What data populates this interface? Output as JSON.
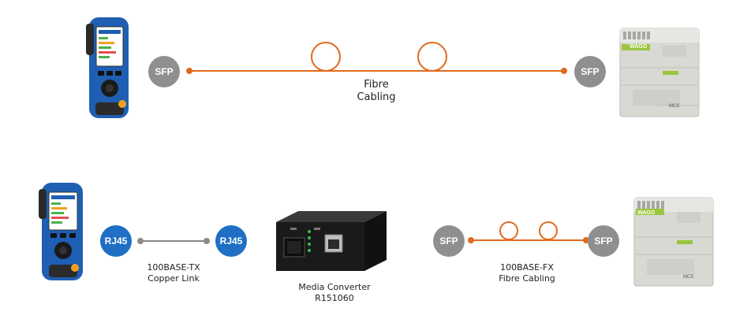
{
  "colors": {
    "fibre": "#e06a1c",
    "copper": "#8a8a8a",
    "sfp_badge": "#8f8f8f",
    "rj45_badge": "#1f6fc4",
    "tester_body": "#1e5fb3",
    "plc_body": "#d9d9d4",
    "converter_body": "#1a1a1a"
  },
  "top_link": {
    "left_port": "SFP",
    "right_port": "SFP",
    "cable_label_line1": "Fibre",
    "cable_label_line2": "Cabling"
  },
  "bottom_link": {
    "copper_left_port": "RJ45",
    "copper_right_port": "RJ45",
    "copper_label_line1": "100BASE-TX",
    "copper_label_line2": "Copper Link",
    "converter_label_line1": "Media Converter",
    "converter_label_line2": "R151060",
    "fibre_left_port": "SFP",
    "fibre_right_port": "SFP",
    "fibre_label_line1": "100BASE-FX",
    "fibre_label_line2": "Fibre Cabling"
  },
  "plc": {
    "brand": "WAGO",
    "model": "MCS"
  }
}
